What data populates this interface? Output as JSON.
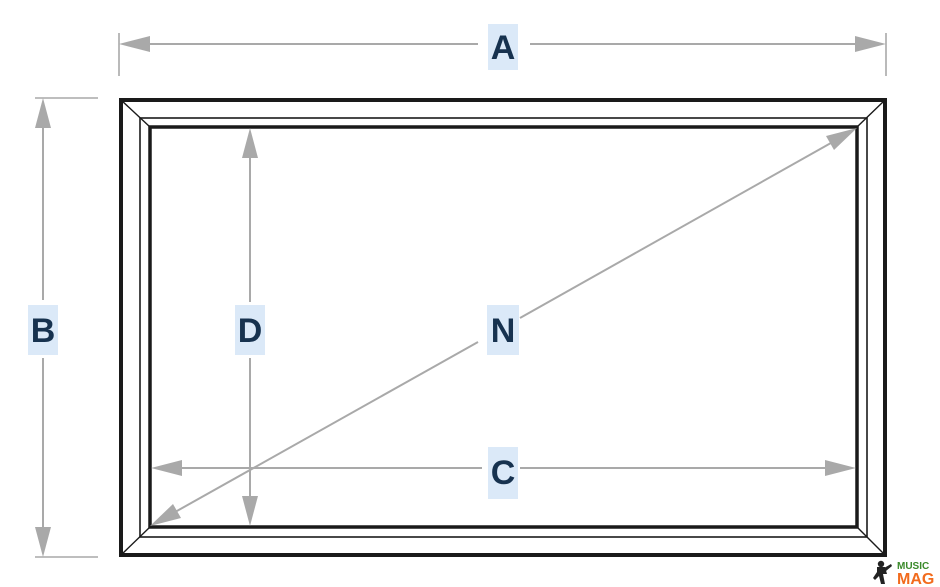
{
  "labels": {
    "overall_width": "A",
    "overall_height": "B",
    "viewable_width": "C",
    "viewable_height": "D",
    "diagonal": "N"
  },
  "watermark": {
    "line1": "MUSIC",
    "line2": "MAG"
  },
  "colors": {
    "label_text": "#17324f",
    "label_background": "#dbe9f8",
    "dimension_lines": "#a9a9a9",
    "frame": "#1a1a1a",
    "watermark_music": "#3a8a2a",
    "watermark_mag": "#f26b1d"
  }
}
